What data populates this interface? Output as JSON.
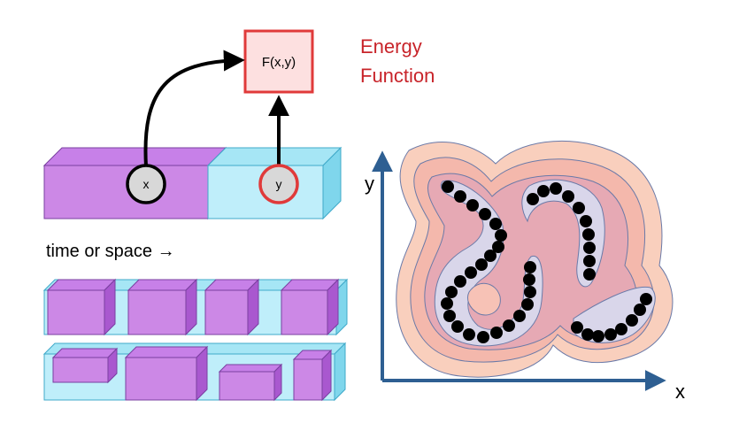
{
  "energy_box": {
    "label": "F(x,y)"
  },
  "energy_title": {
    "line1": "Energy",
    "line2": "Function"
  },
  "variables": {
    "x": "x",
    "y": "y"
  },
  "time_label": "time or space →",
  "plot": {
    "x_axis_label": "x",
    "y_axis_label": "y"
  },
  "colors": {
    "accent_red": "#e03a3a",
    "energy_text": "#c8242a",
    "box_fill": "#fde0e0",
    "purple": "#c780e8",
    "cyan": "#bfeefa",
    "axis_blue": "#2e5f92",
    "contour_fill": "#f7c6b4"
  }
}
